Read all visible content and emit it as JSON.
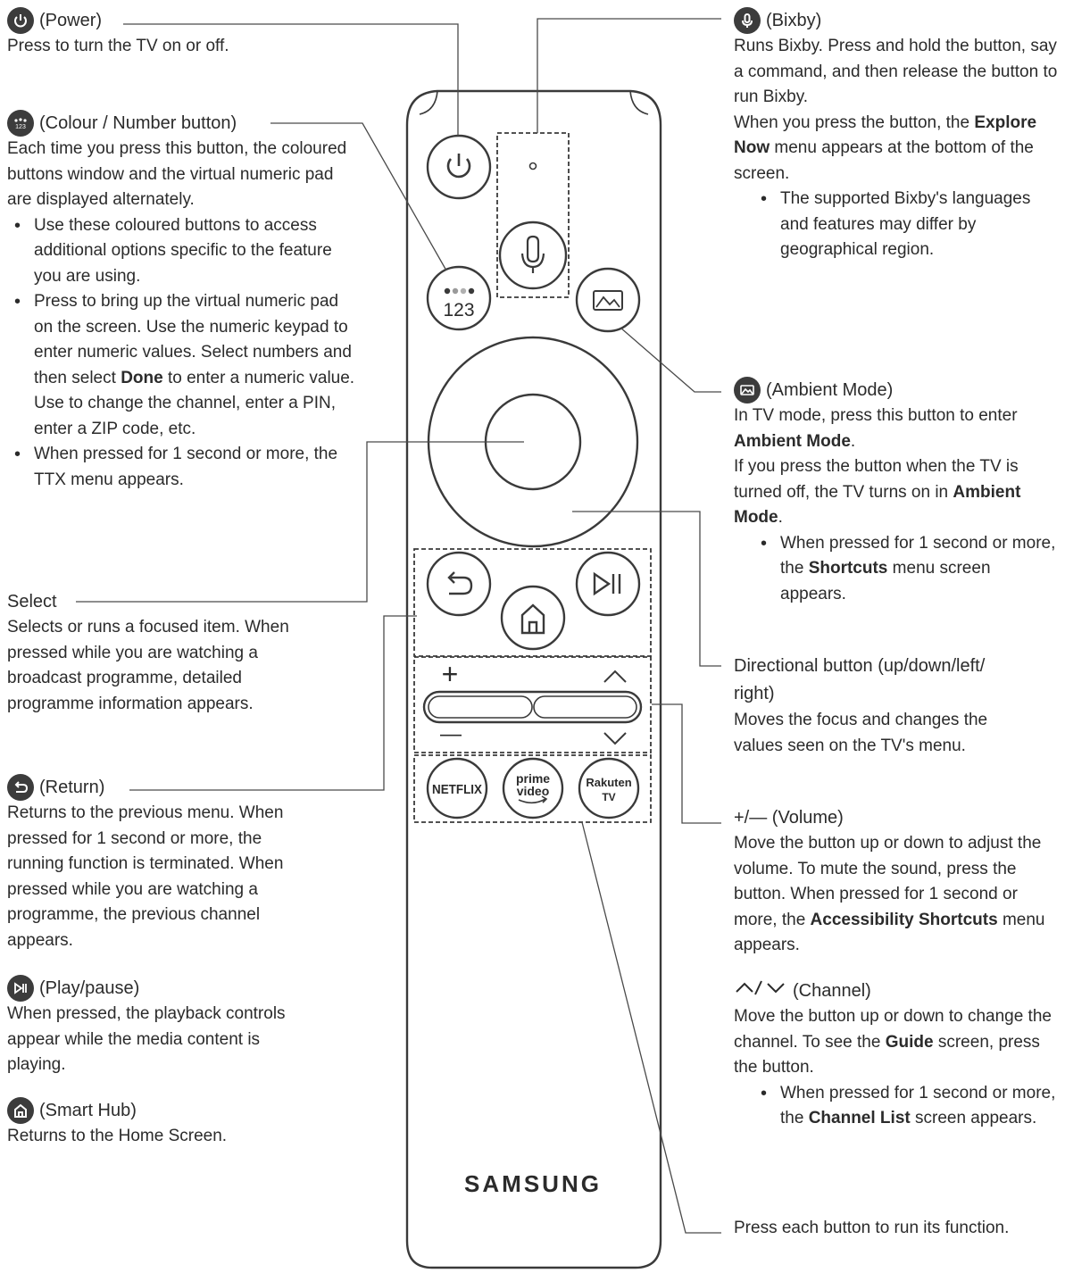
{
  "power": {
    "title": "(Power)",
    "desc": "Press to turn the TV on or off."
  },
  "colour": {
    "title": "(Colour / Number button)",
    "desc": "Each time you press this button, the coloured buttons window and the virtual numeric pad are displayed alternately.",
    "b1": "Use these coloured buttons to access additional options specific to the feature you are using.",
    "b2a": "Press to bring up the virtual numeric pad on the screen. Use the numeric keypad to enter numeric values. Select numbers and then select",
    "b2bold": "Done",
    "b2b": "to enter a numeric value. Use to change the channel, enter a PIN, enter a ZIP code, etc.",
    "b3": "When pressed for 1 second or more, the TTX menu appears."
  },
  "select": {
    "title": "Select",
    "desc": "Selects or runs a focused item. When pressed while you are watching a broadcast programme, detailed programme information appears."
  },
  "ret": {
    "title": "(Return)",
    "desc": "Returns to the previous menu. When pressed for 1 second or more, the running function is terminated. When pressed while you are watching a programme, the previous channel appears."
  },
  "play": {
    "title": "(Play/pause)",
    "desc": "When pressed, the playback controls appear while the media content is playing."
  },
  "smarthub": {
    "title": "(Smart Hub)",
    "desc": "Returns to the Home Screen."
  },
  "bixby": {
    "title": "(Bixby)",
    "desc1": "Runs Bixby. Press and hold the button, say a command, and then release the button to run Bixby.",
    "desc2a": "When you press the button, the",
    "desc2bold": "Explore Now",
    "desc2b": "menu appears at the bottom of the screen.",
    "b1": "The supported Bixby's languages and features may differ by geographical region."
  },
  "ambient": {
    "title": "(Ambient Mode)",
    "desc1a": "In TV mode, press this button to enter",
    "desc1bold": "Ambient Mode",
    "desc1b": ".",
    "desc2a": "If you press the button when the TV is turned off, the TV turns on in",
    "desc2bold": "Ambient Mode",
    "desc2b": ".",
    "b1a": "When pressed for 1 second or more, the",
    "b1bold": "Shortcuts",
    "b1b": "menu screen appears."
  },
  "directional": {
    "title": "Directional button (up/down/left/ right)",
    "desc": "Moves the focus and changes the values seen on the TV's menu."
  },
  "volume": {
    "title": "+/— (Volume)",
    "desca": "Move the button up or down to adjust the volume. To mute the sound, press the button. When pressed for 1 second or more, the",
    "descbold": "Accessibility Shortcuts",
    "descb": "menu appears."
  },
  "channel": {
    "title": "(Channel)",
    "desca": "Move the button up or down to change the channel. To see the",
    "descbold": "Guide",
    "descb": "screen, press the button.",
    "b1a": "When pressed for 1 second or more, the",
    "b1bold": "Channel List",
    "b1b": "screen appears."
  },
  "apps": {
    "desc": "Press each button to run its function."
  },
  "remote": {
    "numpad_label": "123",
    "netflix": "NETFLIX",
    "prime_top": "prime",
    "prime_bottom": "video",
    "rakuten_top": "Rakuten",
    "rakuten_bottom": "TV",
    "brand": "SAMSUNG",
    "plus": "+",
    "minus": "—"
  },
  "colors": {
    "line": "#3a3a3a",
    "icon_bg": "#3c3c3c",
    "text": "#2b2b2b"
  }
}
